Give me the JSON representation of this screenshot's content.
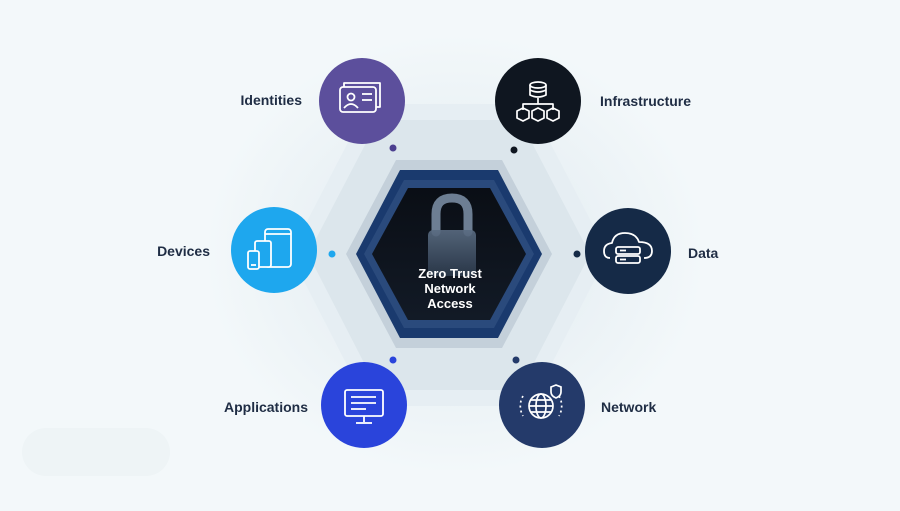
{
  "diagram": {
    "center": {
      "lines": [
        "Zero Trust",
        "Network",
        "Access"
      ],
      "icon": "padlock-icon"
    },
    "nodes": [
      {
        "id": "identities",
        "label": "Identities",
        "icon": "id-card-icon",
        "color": "#5c4f9c"
      },
      {
        "id": "infrastructure",
        "label": "Infrastructure",
        "icon": "server-hierarchy-icon",
        "color": "#0f1620"
      },
      {
        "id": "devices",
        "label": "Devices",
        "icon": "devices-icon",
        "color": "#1ea7ee"
      },
      {
        "id": "data",
        "label": "Data",
        "icon": "cloud-storage-icon",
        "color": "#152a47"
      },
      {
        "id": "applications",
        "label": "Applications",
        "icon": "monitor-icon",
        "color": "#2a44db"
      },
      {
        "id": "network",
        "label": "Network",
        "icon": "globe-shield-icon",
        "color": "#243a6a"
      }
    ]
  }
}
